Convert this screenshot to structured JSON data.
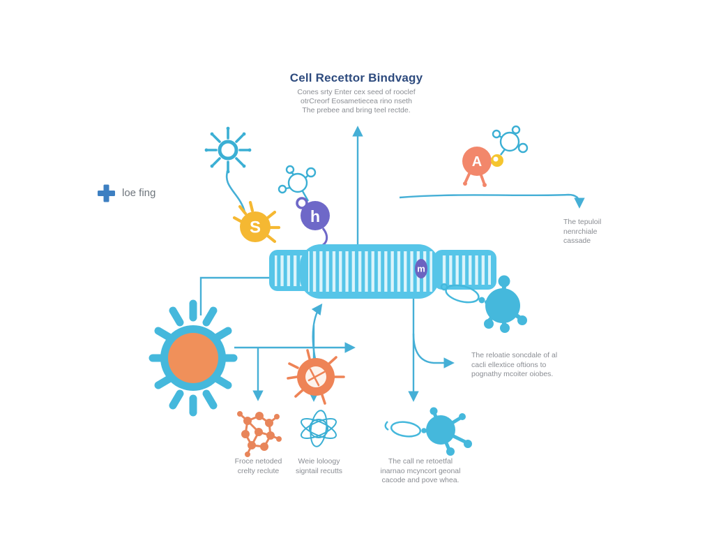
{
  "header": {
    "title": "Cell Recettor Bindvagy",
    "subtitle": [
      "Cones srty Enter cex seed of rooclef",
      "otrCreorf Eosametiecea rino nseth",
      "The prebee and bring teel rectde."
    ]
  },
  "legend": {
    "label": "loe fing"
  },
  "badges": {
    "ligand_s": "S",
    "ligand_h": "h",
    "ligand_a": "A",
    "membrane_m": "m"
  },
  "annotations": {
    "right_top": [
      "The tepuloil",
      "nenrchiale",
      "cassade"
    ],
    "right_mid": [
      "The reloatie soncdale of al",
      "cacli ellextice oftions to",
      "pognathy mcoiter oiobes."
    ],
    "bottom_left": [
      "Froce netoded",
      "crelty reclute"
    ],
    "bottom_mid": [
      "Weie loloogy",
      "signtail recutts"
    ],
    "bottom_right": [
      "The call ne retoetfal",
      "inarnao mcyncort geonal",
      "cacode and pove whea."
    ]
  },
  "colors": {
    "line": "#45AFD6",
    "membrane": "#56C5E8",
    "membrane_stripe": "#DCF4FB",
    "cell_blue": "#45B8DC",
    "cell_core_orange": "#F0905A",
    "coral": "#F2876B",
    "sun_orange": "#EE8356",
    "molecule_orange": "#E8855A",
    "yellow": "#F5B832",
    "gold": "#F5C52E",
    "purple": "#6E68C8",
    "badge_purple": "#6C63C0",
    "plus_blue": "#3D7FC1",
    "title_text": "#2E4B7E",
    "body_text": "#8A8D93"
  }
}
